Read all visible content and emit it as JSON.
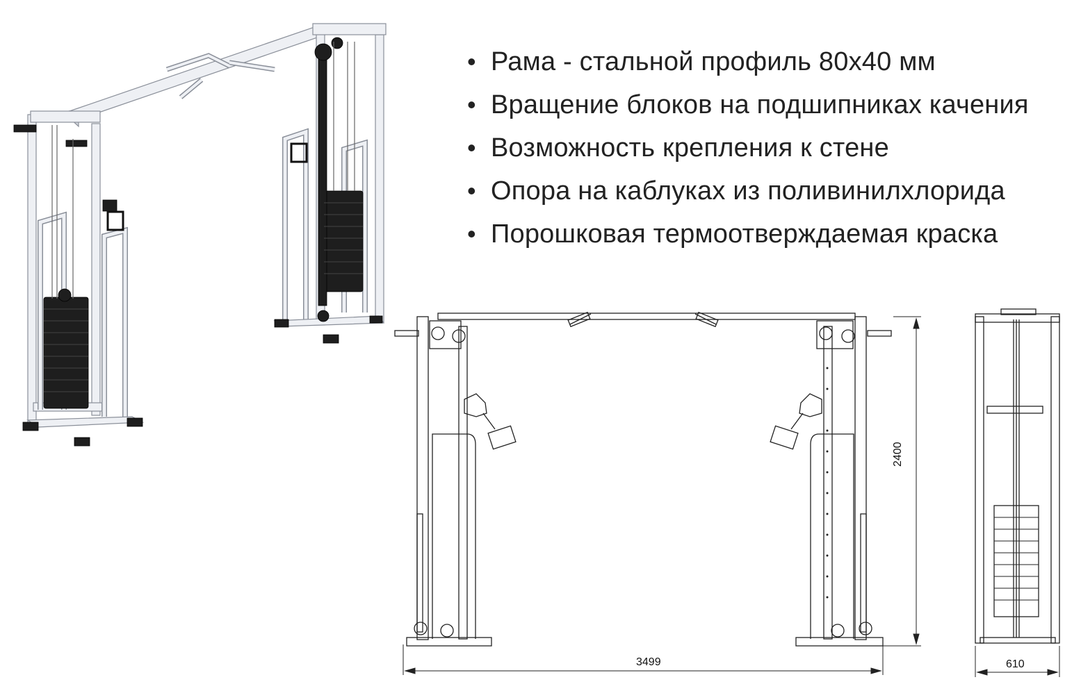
{
  "features": [
    "Рама - стальной профиль 80х40 мм",
    "Вращение блоков на подшипниках качения",
    "Возможность крепления к стене",
    "Опора на каблуках из поливинилхлорида",
    "Порошковая термоотверждаемая краска"
  ],
  "dimensions": {
    "width": "3499",
    "height": "2400",
    "depth": "610"
  },
  "colors": {
    "frame": "#eef0f4",
    "weight_stack": "#1e1e1e",
    "line": "#222222"
  }
}
